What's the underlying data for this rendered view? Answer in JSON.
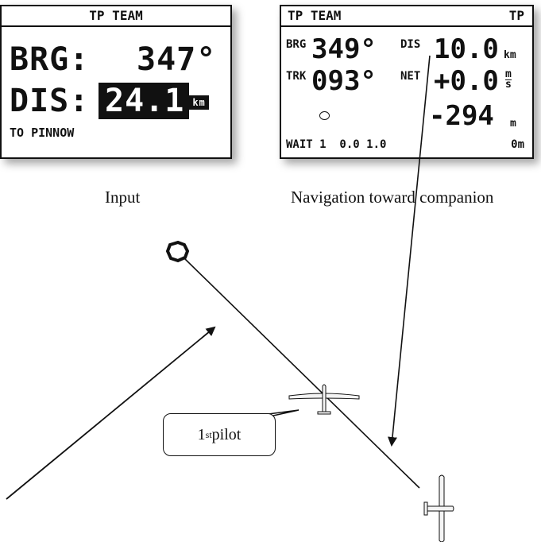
{
  "left_display": {
    "title": "TP TEAM",
    "brg_label": "BRG:",
    "brg_value": "347°",
    "dis_label": "DIS:",
    "dis_value": "24.1",
    "dis_unit": "km",
    "target": "TO PINNOW"
  },
  "right_display": {
    "title_left": "TP TEAM",
    "title_right": "TP",
    "brg_label": "BRG",
    "brg_value": "349°",
    "dis_label": "DIS",
    "dis_value": "10.0",
    "dis_unit": "km",
    "trk_label": "TRK",
    "trk_value": "093°",
    "net_label": "NET",
    "net_value": "+0.0",
    "net_unit_top": "m",
    "net_unit_bottom": "s",
    "alt_value": "-294",
    "alt_unit": "m",
    "status_row": "WAIT 1  0.0 1.0",
    "status_alt": "0m"
  },
  "captions": {
    "left": "Input",
    "right": "Navigation toward companion"
  },
  "callout": {
    "prefix": "1",
    "superscript": "st",
    "suffix": " pilot"
  },
  "icons": {
    "turnpoint": "octagon-turnpoint-icon",
    "glider": "glider-icon",
    "circle": "circle-icon"
  }
}
